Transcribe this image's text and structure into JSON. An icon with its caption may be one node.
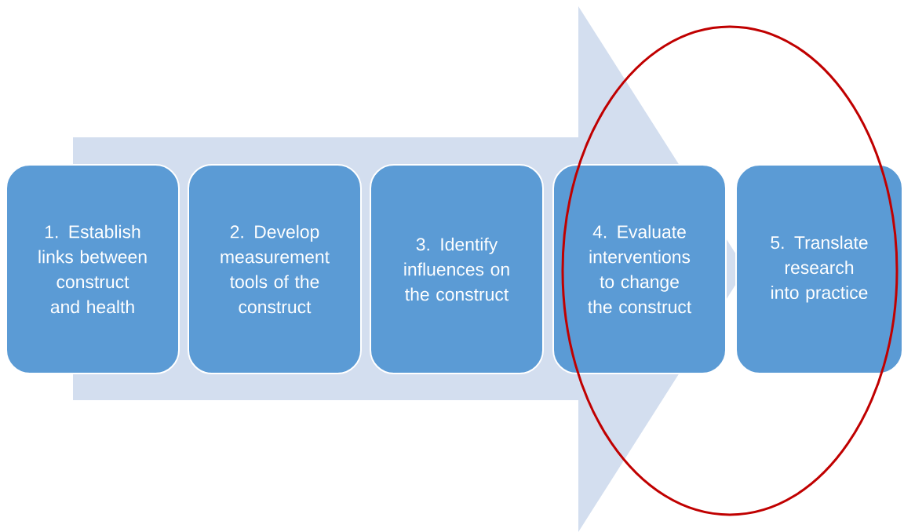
{
  "diagram": {
    "nodes": [
      {
        "text": [
          "1. Establish links between construct and health"
        ]
      },
      {
        "text": [
          "2. Develop measurement tools of the construct"
        ]
      },
      {
        "text": [
          "3. Identify influences on the construct"
        ]
      },
      {
        "text": [
          "4. Evaluate interventions to change the construct"
        ]
      },
      {
        "text": [
          "5. Translate research into practice"
        ]
      }
    ],
    "edges": [
      {
        "from": 0,
        "to": 4,
        "arrow": "to"
      }
    ]
  }
}
